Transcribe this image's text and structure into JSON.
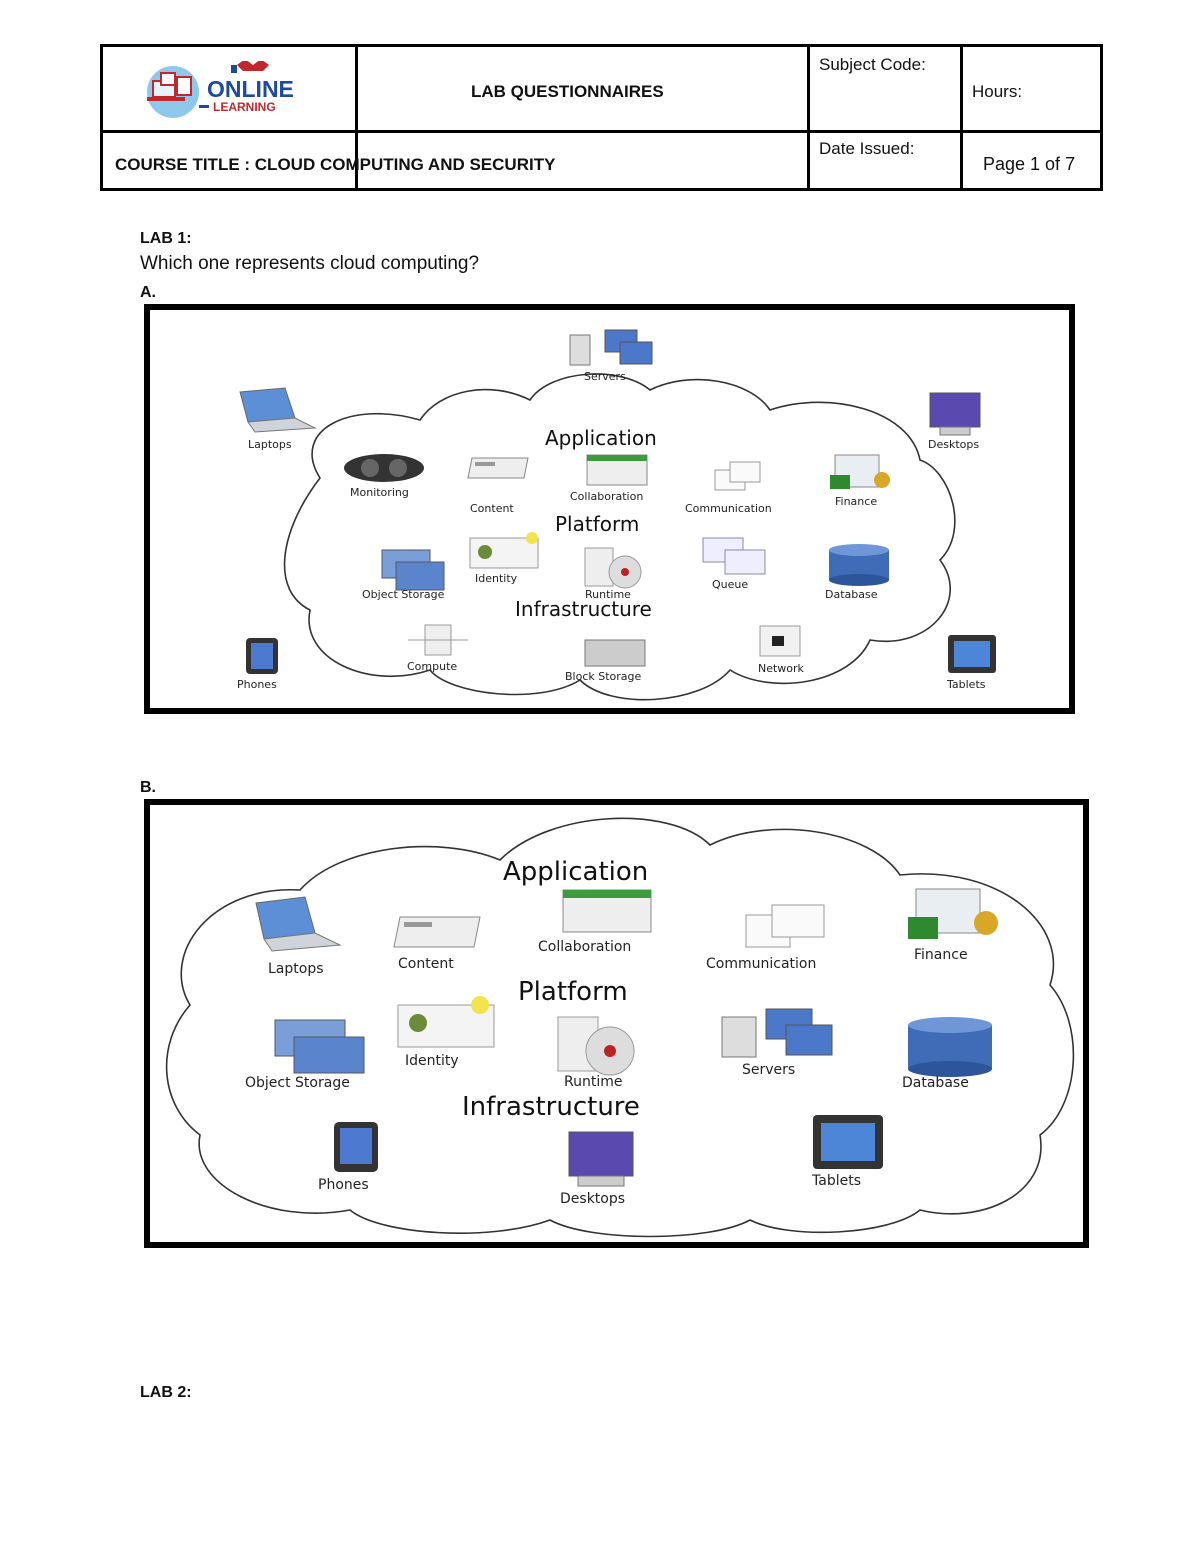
{
  "header": {
    "logo": {
      "brand_line1": "ONLINE",
      "brand_line2": "LEARNING"
    },
    "title": "LAB QUESTIONNAIRES",
    "subject_code_label": "Subject Code:",
    "hours_label": "Hours:",
    "course_title": "COURSE TITLE : CLOUD COMPUTING AND SECURITY",
    "date_issued_label": "Date Issued:",
    "page_label": "Page 1 of 7"
  },
  "lab1": {
    "heading": "LAB 1:",
    "question": "Which one represents cloud computing?",
    "option_a": "A.",
    "option_b": "B."
  },
  "figure_a": {
    "layers": {
      "application": "Application",
      "platform": "Platform",
      "infrastructure": "Infrastructure"
    },
    "labels": {
      "servers": "Servers",
      "laptops": "Laptops",
      "desktops": "Desktops",
      "monitoring": "Monitoring",
      "content": "Content",
      "collaboration": "Collaboration",
      "communication": "Communication",
      "finance": "Finance",
      "object_storage": "Object Storage",
      "identity": "Identity",
      "runtime": "Runtime",
      "queue": "Queue",
      "database": "Database",
      "compute": "Compute",
      "block_storage": "Block Storage",
      "network": "Network",
      "phones": "Phones",
      "tablets": "Tablets"
    }
  },
  "figure_b": {
    "layers": {
      "application": "Application",
      "platform": "Platform",
      "infrastructure": "Infrastructure"
    },
    "labels": {
      "laptops": "Laptops",
      "content": "Content",
      "collaboration": "Collaboration",
      "communication": "Communication",
      "finance": "Finance",
      "object_storage": "Object Storage",
      "identity": "Identity",
      "runtime": "Runtime",
      "servers": "Servers",
      "database": "Database",
      "phones": "Phones",
      "desktops": "Desktops",
      "tablets": "Tablets"
    }
  },
  "lab2": {
    "heading": "LAB 2:"
  }
}
